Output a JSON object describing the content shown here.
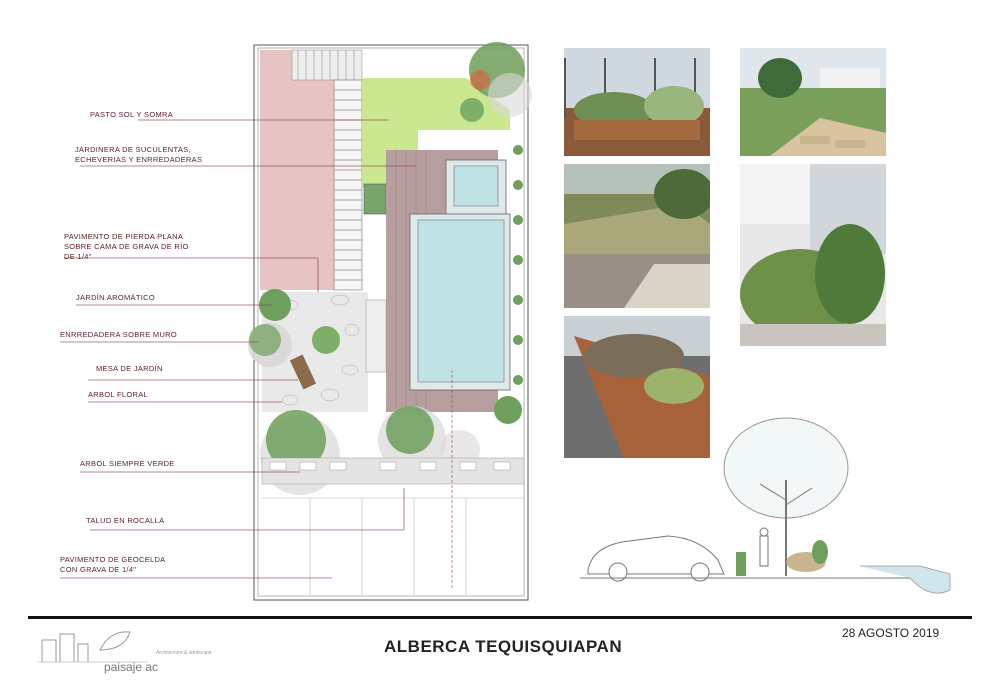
{
  "plan_labels": [
    "PASTO SOL Y SOMRA",
    "JARDINERA DE SUCULENTAS,",
    "ECHEVERIAS Y ENRREDADERAS",
    "PAVIMENTO DE PIERDA PLANA",
    "SOBRE CAMA DE GRAVA DE RÍO",
    "DE 1/4\"",
    "JARDÍN AROMÁTICO",
    "ENRREDADERA SOBRE MURO",
    "MESA DE JARDÍN",
    "ARBOL FLORAL",
    "ARBOL SIEMPRE VERDE",
    "TALUD EN ROCALLA",
    "PAVIMENTO DE GEOCELDA",
    "CON GRAVA DE 1/4\""
  ],
  "title": "ALBERCA TEQUISQUIAPAN",
  "date": "28 AGOSTO 2019",
  "brand": {
    "name": "paisaje ac",
    "small": "Architecture & landscape"
  },
  "colors": {
    "paving": "#e8c3c3",
    "lawn": "#cbe78f",
    "deck": "#b79e9e",
    "pool": "#bfe2e4",
    "label_text": "#5a1e24",
    "leader": "#8a3a3a"
  }
}
